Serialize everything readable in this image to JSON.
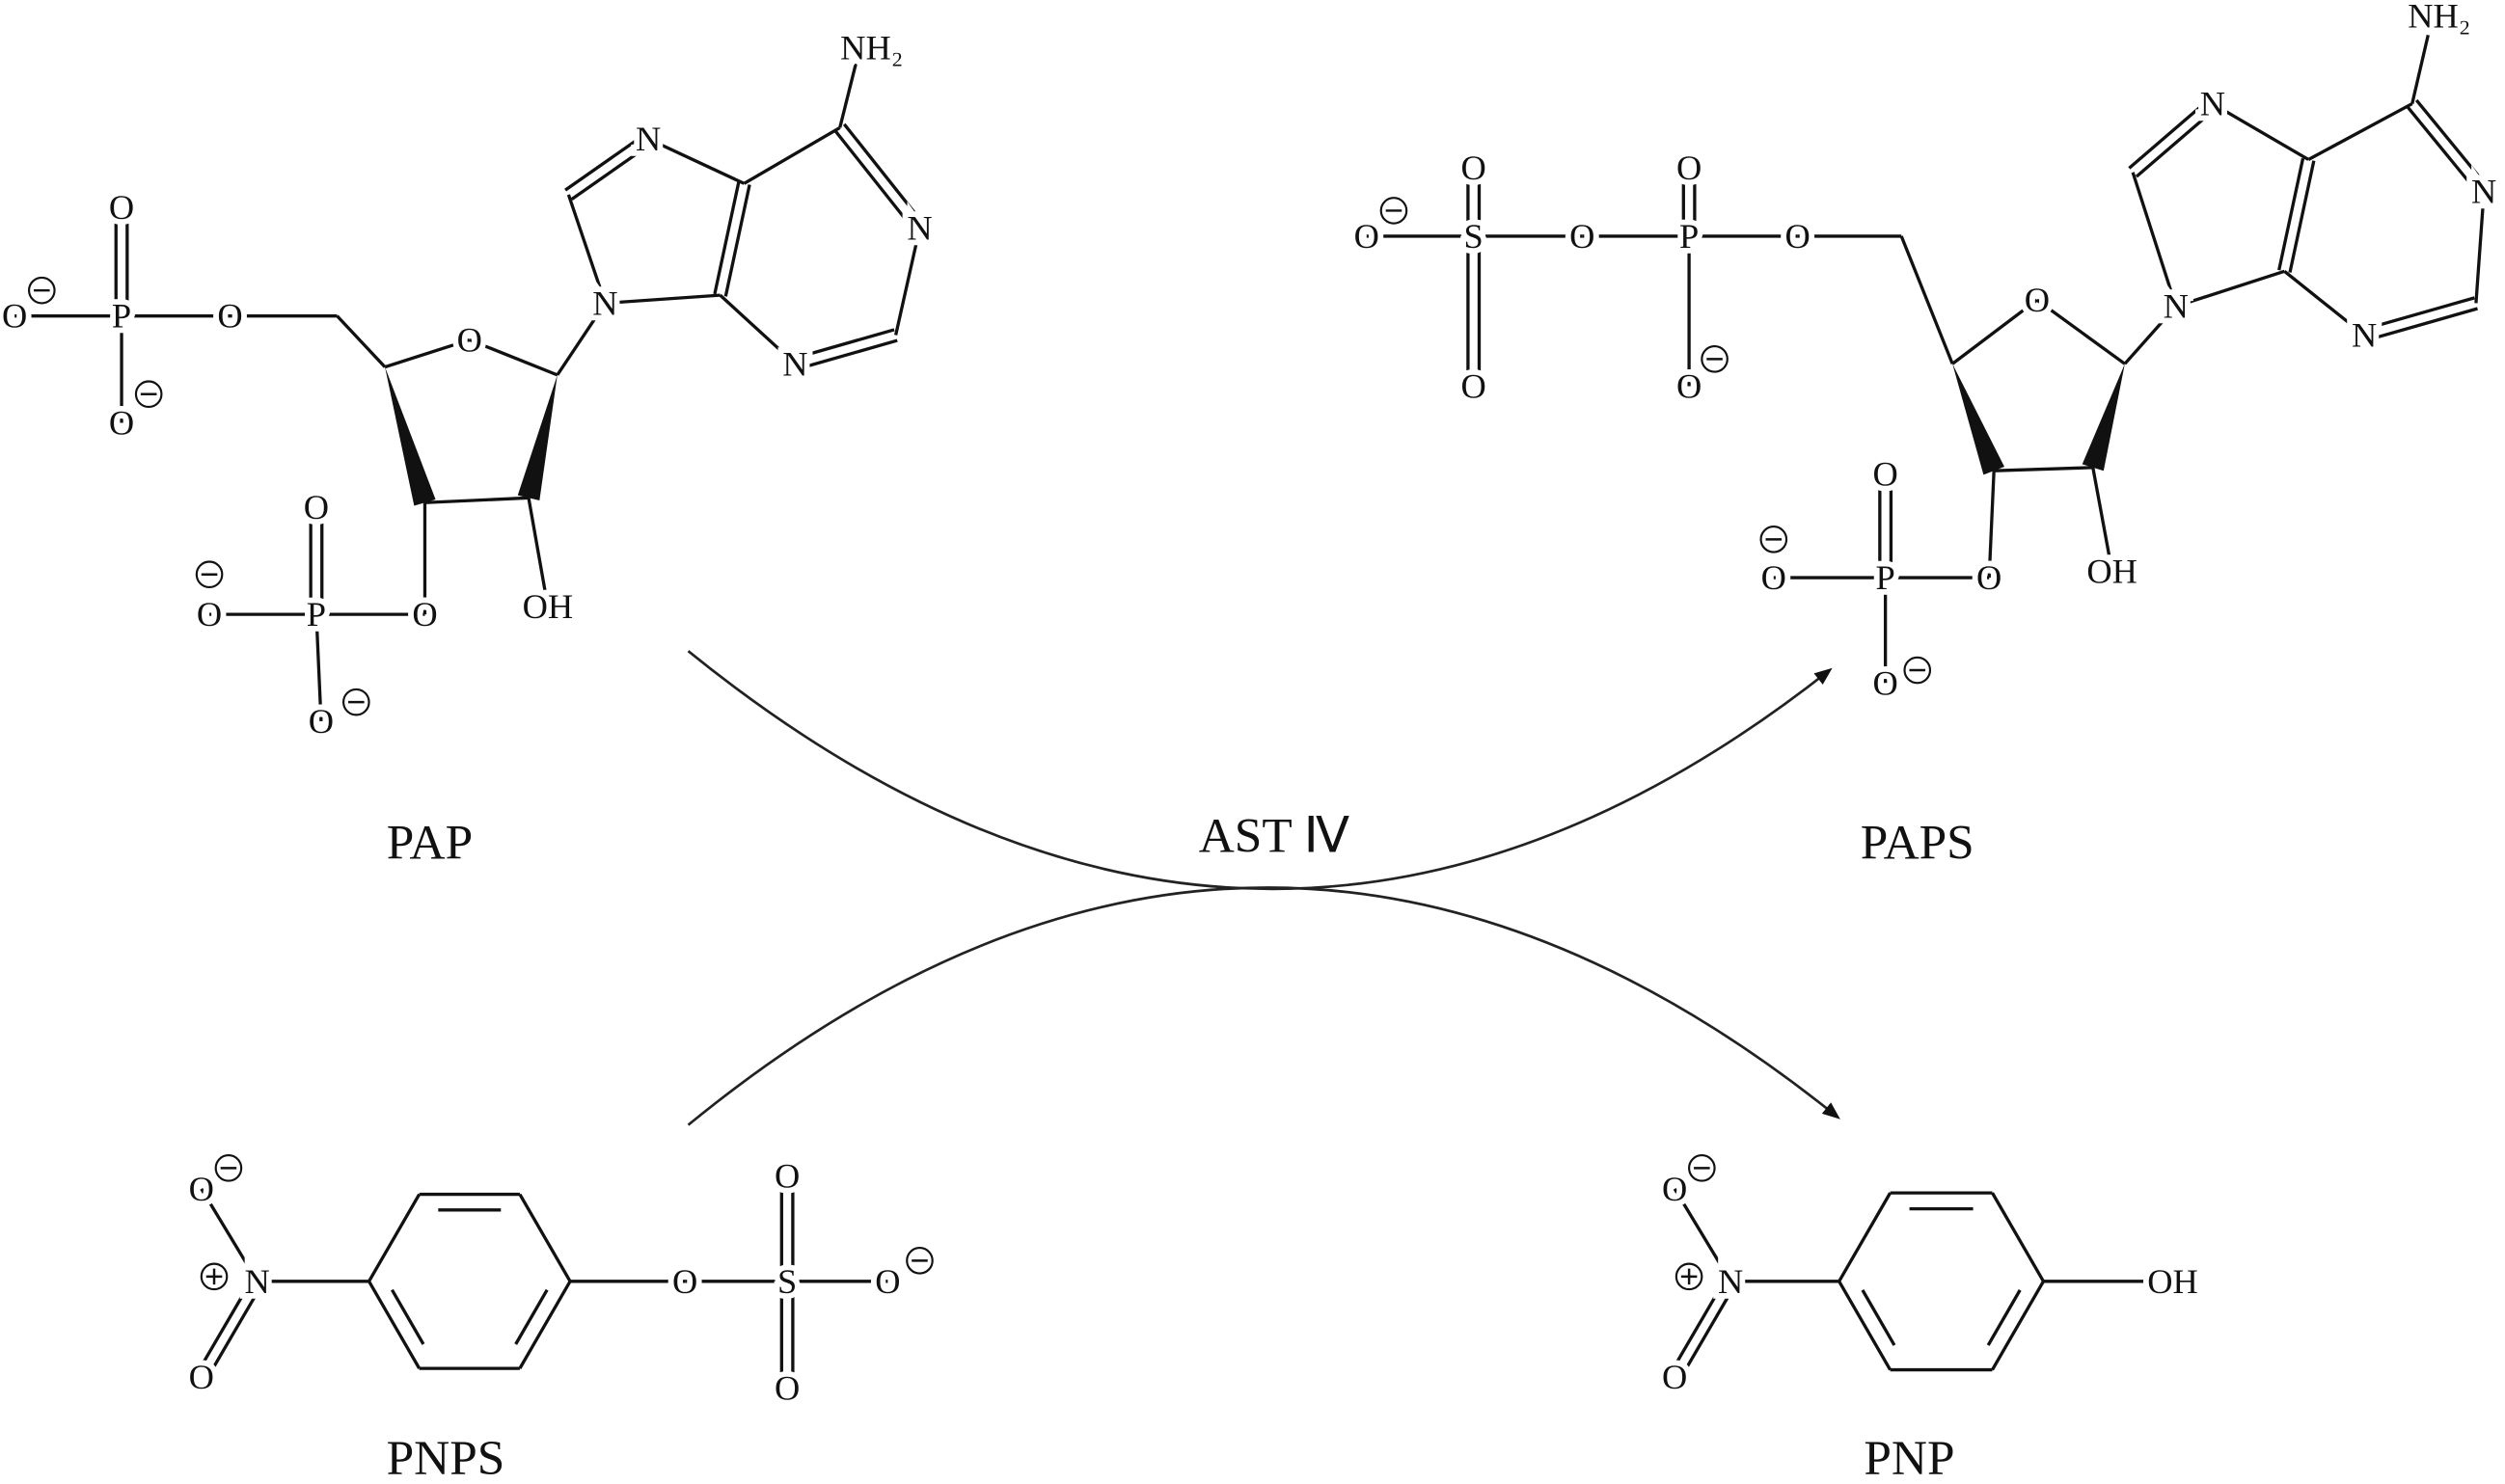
{
  "labels": {
    "pap": "PAP",
    "paps": "PAPS",
    "pnps": "PNPS",
    "pnp": "PNP",
    "enzyme": "AST Ⅳ"
  },
  "atoms": {
    "pap": [
      "O",
      "P",
      "O",
      "O",
      "O",
      "O",
      "N",
      "N",
      "N",
      "N",
      "NH₂",
      "OH",
      "O",
      "P",
      "O",
      "O",
      "O"
    ],
    "paps": [
      "O",
      "S",
      "O",
      "O",
      "O",
      "P",
      "O",
      "O",
      "O",
      "O",
      "N",
      "N",
      "N",
      "N",
      "NH₂",
      "OH",
      "O",
      "P",
      "O",
      "O",
      "O"
    ],
    "pnps": [
      "N",
      "O",
      "O",
      "O",
      "S",
      "O",
      "O",
      "O"
    ],
    "pnp": [
      "N",
      "O",
      "O",
      "OH"
    ]
  },
  "charges": {
    "negative": "−",
    "positive": "+"
  }
}
